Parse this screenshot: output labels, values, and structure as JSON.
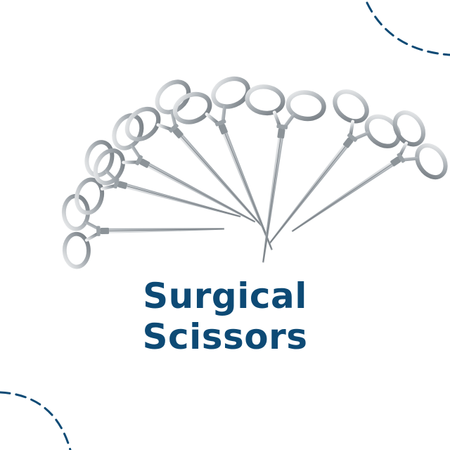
{
  "title": {
    "line1": "Surgical",
    "line2": "Scissors"
  },
  "colors": {
    "accent": "#0d4a75",
    "steel_light": "#e6e8ea",
    "steel_mid": "#a7adb2",
    "steel_dark": "#6f767c",
    "background": "#ffffff"
  },
  "illustration": {
    "subject": "surgical-forceps-fan",
    "instrument_count": 8,
    "icon": "forceps-icon"
  }
}
